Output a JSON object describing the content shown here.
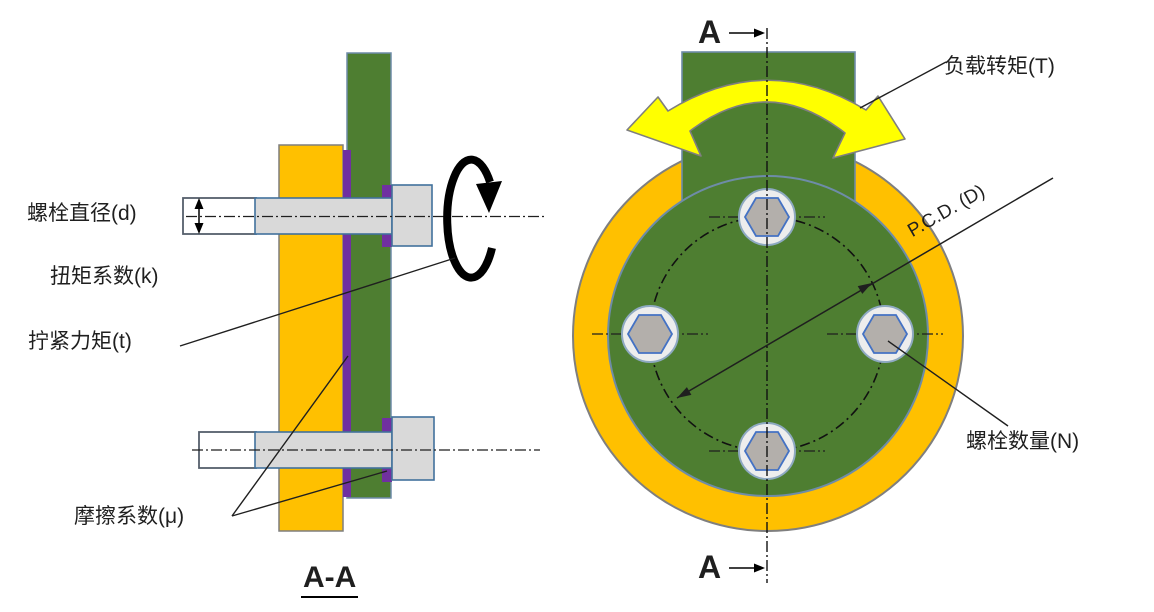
{
  "title": "Bolted flange joint parameter diagram",
  "section_view": {
    "labels": {
      "bolt_diameter": "螺栓直径(d)",
      "torque_coefficient": "扭矩系数(k)",
      "tightening_torque": "拧紧力矩(t)",
      "friction_coefficient": "摩擦系数(μ)",
      "section_title": "A-A"
    }
  },
  "front_view": {
    "labels": {
      "section_marker_top": "A",
      "section_marker_bottom": "A",
      "load_torque": "负载转矩(T)",
      "pitch_circle_diameter": "P.C.D. (D)",
      "bolt_count": "螺栓数量(N)"
    },
    "bolts_shown": 4
  },
  "icons": {
    "tightening_rotation": "rotation-arrow-icon",
    "load_torque_arrow": "curved-double-arrow-icon"
  },
  "colors": {
    "flange_yellow": "#FFC000",
    "plate_green": "#4E7E31",
    "friction_purple": "#7030A0",
    "bolt_gray": "#D9D9D9",
    "bolt_face_gray": "#EDEDED",
    "hex_nut_gray": "#B3AFAB",
    "hex_outline_blue": "#4472C4",
    "torque_arrow_yellow": "#FFFF00",
    "outline_gray": "#7F7F7F",
    "outline_slate": "#6E8CA8",
    "line_black": "#1F1F1F"
  }
}
